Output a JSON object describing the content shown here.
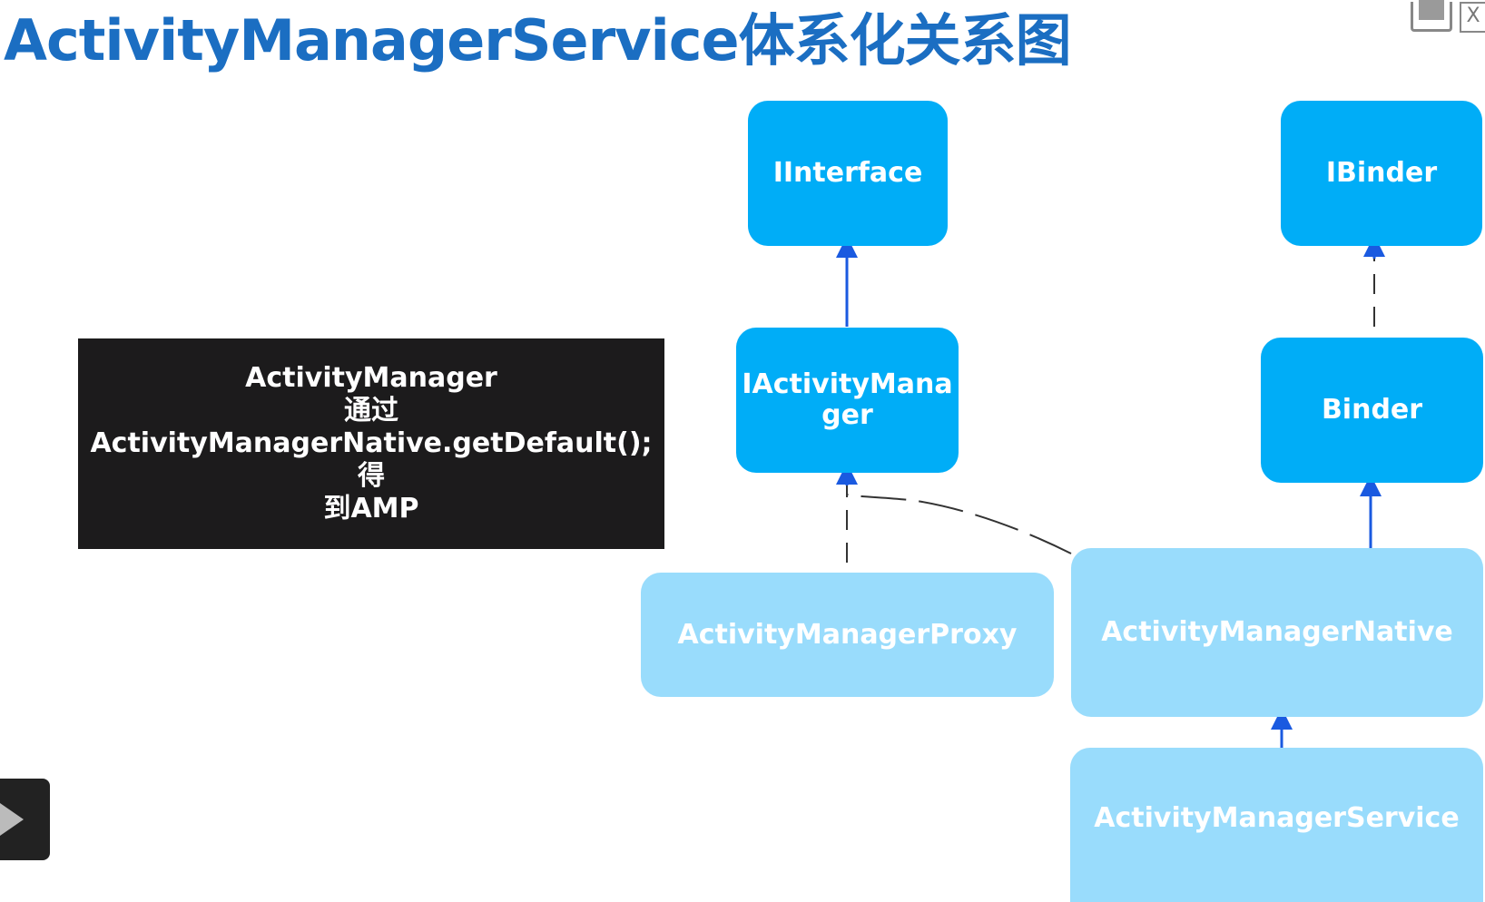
{
  "title": "ActivityManagerService体系化关系图",
  "note": {
    "line1": "ActivityManager",
    "line2": "通过ActivityManagerNative.getDefault();得",
    "line3": "到AMP"
  },
  "nodes": {
    "iinterface": "IInterface",
    "iactivitymanager_line1": "IActivityMana",
    "iactivitymanager_line2": "ger",
    "ibinder": "IBinder",
    "binder": "Binder",
    "proxy": "ActivityManagerProxy",
    "native": "ActivityManagerNative",
    "service": "ActivityManagerService"
  },
  "icons": {
    "top_right": [
      "book-icon",
      "close-icon"
    ],
    "bottom_left": "play-icon"
  },
  "colors": {
    "title": "#1b6ec2",
    "node_dark": "#00adf7",
    "node_light": "#99dcfc",
    "arrow": "#1a5ae0",
    "note_bg": "#1c1b1c"
  }
}
